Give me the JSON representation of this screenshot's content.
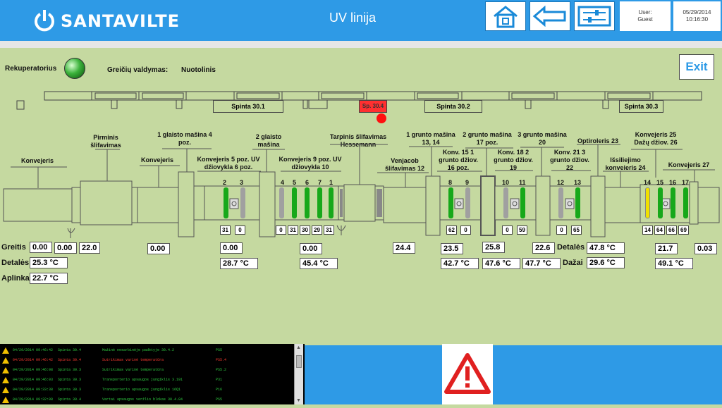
{
  "header": {
    "brand": "SANTAVILTE",
    "title": "UV linija",
    "user_label": "User:",
    "user_name": "Guest",
    "date": "05/29/2014",
    "time": "10:16:30",
    "accent": "#2e9ae6"
  },
  "status": {
    "recuperator_label": "Rekuperatorius",
    "speed_control_label": "Greičių valdymas:",
    "speed_control_value": "Nuotolinis",
    "exit_label": "Exit"
  },
  "cabinets": {
    "s1": "Spinta 30.1",
    "s2": "Spinta 30.2",
    "s3": "Spinta 30.3",
    "s4": "Sp. 30.4"
  },
  "machines": {
    "konvejeris1": "Konvejeris",
    "pirminis": "Pirminis šlifavimas",
    "konvejeris2": "Konvejeris",
    "glaisto1": "1 glaisto mašina 4 poz.",
    "konv5": "Konvejeris 5 poz. UV džiovykla 6 poz.",
    "glaisto2": "2 glaisto mašina",
    "konv9": "Konvejeris 9 poz. UV džiovykla 10",
    "tarpinis": "Tarpinis šlifavimas Hessemann",
    "venjacob": "Venjacob šlifavimas 12",
    "grunto1": "1 grunto mašina 13, 14",
    "konv15": "Konv. 15 1 grunto džiov. 16 poz.",
    "grunto2": "2 grunto mašina 17 poz.",
    "konv18": "Konv. 18 2 grunto džiov. 19",
    "grunto3": "3 grunto mašina 20",
    "konv21": "Konv. 21 3 grunto džiov. 22",
    "optiroleris": "Optiroleris 23",
    "issiliejimo": "Išsiliejimo konveieris 24",
    "konv25": "Konvejeris 25 Dažų džiov. 26",
    "konv27": "Konvejeris 27"
  },
  "lamp_numbers": {
    "l2": "2",
    "l3": "3",
    "l4": "4",
    "l5": "5",
    "l6": "6",
    "l7": "7",
    "l1": "1",
    "l8": "8",
    "l9": "9",
    "l10": "10",
    "l11": "11",
    "l12": "12",
    "l13": "13",
    "l14": "14",
    "l15": "15",
    "l16": "16",
    "l17": "17"
  },
  "lamp_values": {
    "v2": "31",
    "v3": "0",
    "v4": "0",
    "v5": "31",
    "v6": "30",
    "v7": "29",
    "v1": "31",
    "v8": "62",
    "v9": "0",
    "v10": "0",
    "v11": "59",
    "v12": "0",
    "v13": "65",
    "v14": "14",
    "v15": "64",
    "v16": "66",
    "v17": "69"
  },
  "readouts": {
    "greitis_label": "Greitis",
    "detales_label": "Detalės",
    "aplinka_label": "Aplinka",
    "detales2_label": "Detalės",
    "dazai_label": "Dažai",
    "speed1": "0.00",
    "speed2": "0.00",
    "speed3": "22.0",
    "speed4": "0.00",
    "speed5": "0.00",
    "speed6": "0.00",
    "speed7": "24.4",
    "speed8": "23.5",
    "speed9": "25.8",
    "speed10": "22.6",
    "speed11": "21.7",
    "speed12": "0.03",
    "detales_temp": "25.3 °C",
    "aplinka_temp": "22.7 °C",
    "temp_uv1": "28.7 °C",
    "temp_uv2": "45.4 °C",
    "temp_g1": "42.7 °C",
    "temp_g2": "47.6 °C",
    "temp_g3": "47.7 °C",
    "detales2_temp": "47.8 °C",
    "dazai_temp": "29.6 °C",
    "temp_d": "49.1 °C"
  },
  "alarms": [
    {
      "time": "04/29/2014 09:46:42",
      "src": "Spinta 30.4",
      "msg": "Mažinė nesarbinėje padėtyje 30.4.2",
      "code": "PS5",
      "color": "#2ecc40"
    },
    {
      "time": "04/29/2014 09:46:42",
      "src": "Spinta 30.4",
      "msg": "Sutrikimas varinė temperatūra",
      "code": "PS5.4",
      "color": "#ff3b30"
    },
    {
      "time": "04/29/2014 09:46:08",
      "src": "Spinta 30.3",
      "msg": "Sutrikimas varinė temperatūra",
      "code": "PS5.2",
      "color": "#2ecc40"
    },
    {
      "time": "04/29/2014 09:46:03",
      "src": "Spinta 30.3",
      "msg": "Transporterio apsaugos jungiklis 3.191",
      "code": "P31",
      "color": "#2ecc40"
    },
    {
      "time": "04/29/2014 09:33:38",
      "src": "Spinta 30.3",
      "msg": "Transporterio apsaugos jungiklis 16Q1",
      "code": "P16",
      "color": "#2ecc40"
    },
    {
      "time": "04/29/2014 09:32:08",
      "src": "Spinta 30.4",
      "msg": "Vartai apsaugos veržlio blokas 30.4.04",
      "code": "PS5",
      "color": "#2ecc40"
    }
  ]
}
